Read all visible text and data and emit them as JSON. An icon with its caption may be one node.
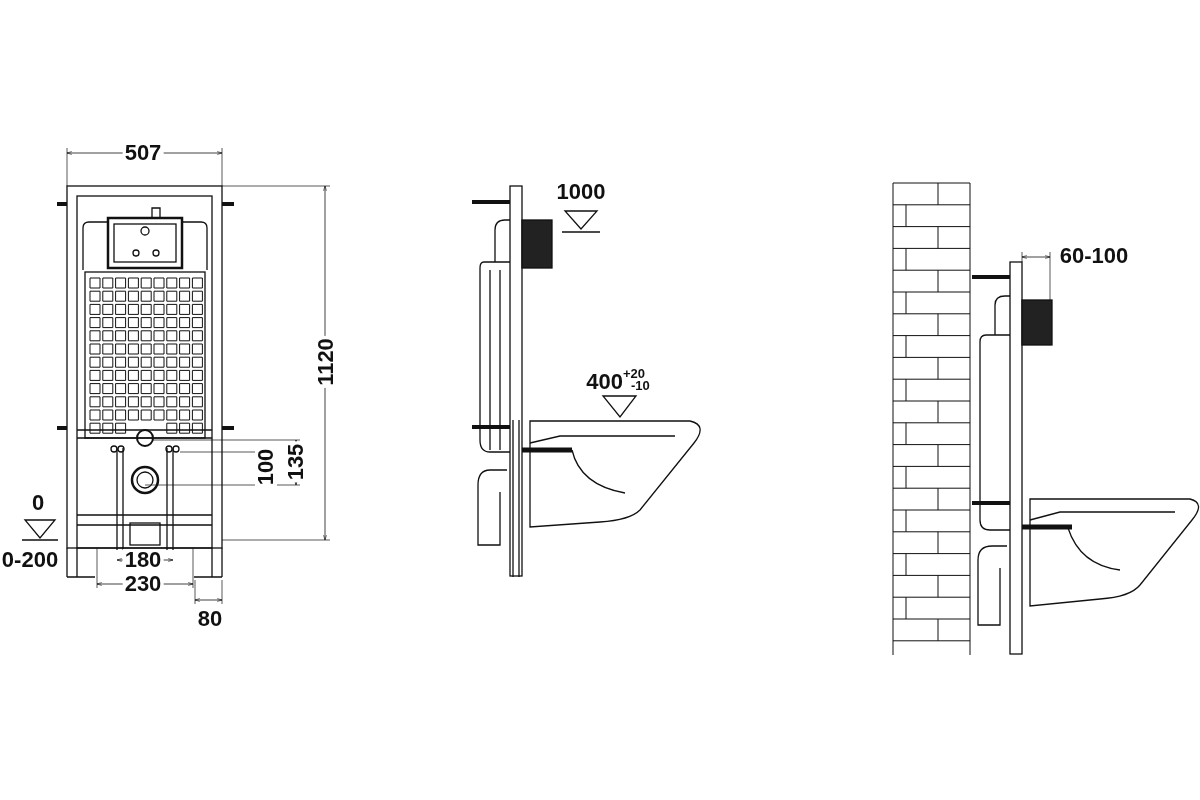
{
  "diagram": {
    "labels": [
      "507",
      "1120",
      "135",
      "100",
      "0",
      "0-200",
      "180",
      "230",
      "80",
      "1000",
      "400$^{+20}$$_{-10}$",
      "60-100"
    ]
  }
}
